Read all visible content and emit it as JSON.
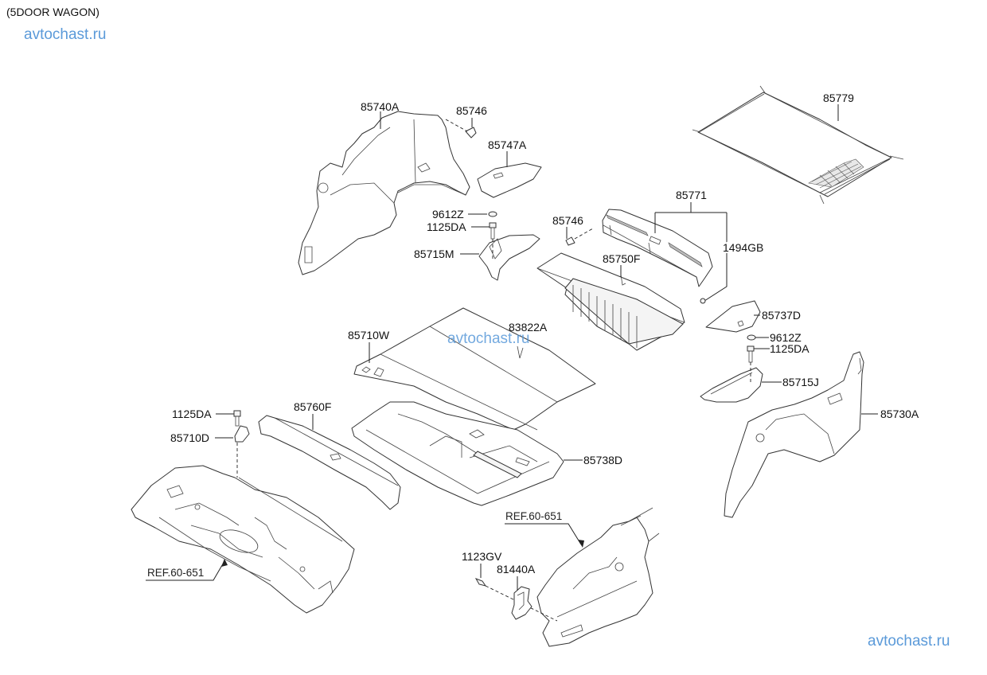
{
  "header": {
    "variant": "(5DOOR WAGON)",
    "watermark": "avtochast.ru"
  },
  "watermarks": [
    "avtochast.ru",
    "avtochast.ru",
    "avtochast.ru"
  ],
  "parts": [
    {
      "id": "p85740A",
      "label": "85740A",
      "description": "luggage side trim left"
    },
    {
      "id": "p85746a",
      "label": "85746",
      "description": "clip"
    },
    {
      "id": "p85747A",
      "label": "85747A",
      "description": "cover"
    },
    {
      "id": "p9612Za",
      "label": "9612Z",
      "description": "cap"
    },
    {
      "id": "p1125DAa",
      "label": "1125DA",
      "description": "bolt"
    },
    {
      "id": "p85715M",
      "label": "85715M",
      "description": "bracket left"
    },
    {
      "id": "p85779",
      "label": "85779",
      "description": "luggage net"
    },
    {
      "id": "p85771",
      "label": "85771",
      "description": "transverse trim"
    },
    {
      "id": "p85746b",
      "label": "85746",
      "description": "clip"
    },
    {
      "id": "p1494GB",
      "label": "1494GB",
      "description": "clip"
    },
    {
      "id": "p85750F",
      "label": "85750F",
      "description": "luggage box cover"
    },
    {
      "id": "p85737D",
      "label": "85737D",
      "description": "cover"
    },
    {
      "id": "p9612Zb",
      "label": "9612Z",
      "description": "cap"
    },
    {
      "id": "p1125DAb",
      "label": "1125DA",
      "description": "bolt"
    },
    {
      "id": "p85715J",
      "label": "85715J",
      "description": "bracket right"
    },
    {
      "id": "p85730A",
      "label": "85730A",
      "description": "luggage side trim right"
    },
    {
      "id": "p85710W",
      "label": "85710W",
      "description": "luggage board"
    },
    {
      "id": "p83822A",
      "label": "83822A",
      "description": "handle"
    },
    {
      "id": "p85760F",
      "label": "85760F",
      "description": "rear transverse trim"
    },
    {
      "id": "p85738D",
      "label": "85738D",
      "description": "luggage tray"
    },
    {
      "id": "p1125DAc",
      "label": "1125DA",
      "description": "bolt"
    },
    {
      "id": "p85710D",
      "label": "85710D",
      "description": "bracket"
    },
    {
      "id": "p1123GV",
      "label": "1123GV",
      "description": "screw"
    },
    {
      "id": "p81440A",
      "label": "81440A",
      "description": "striker"
    }
  ],
  "references": [
    {
      "id": "ref1",
      "label": "REF.60-651"
    },
    {
      "id": "ref2",
      "label": "REF.60-651"
    }
  ]
}
